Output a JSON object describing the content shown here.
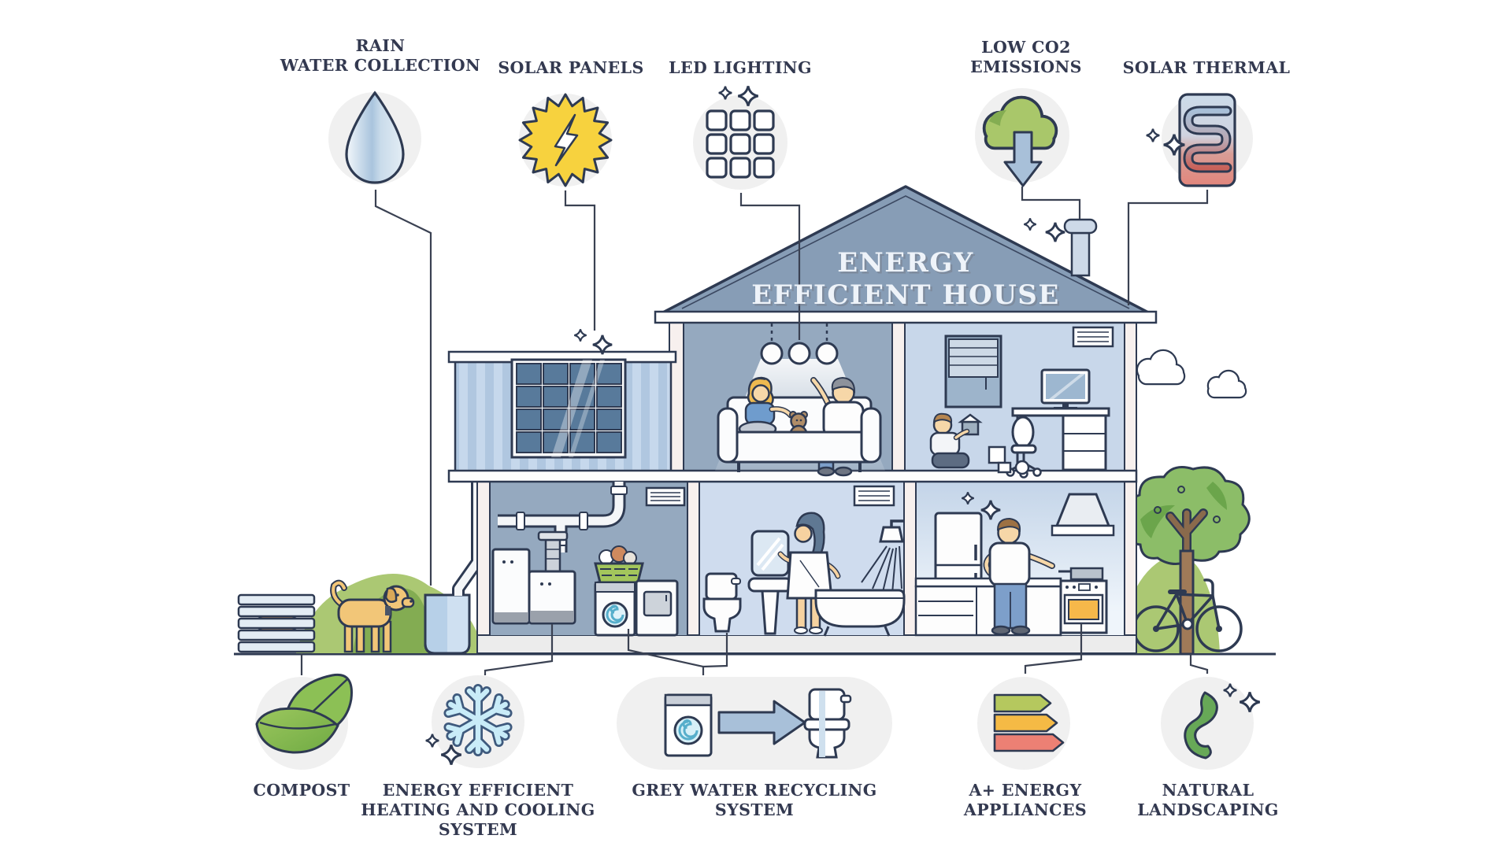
{
  "diagram": {
    "title": "ENERGY\nEFFICIENT HOUSE",
    "features_top": [
      {
        "id": "rain-water-collection",
        "label": "RAIN\nWATER COLLECTION",
        "icon": "water-drop-icon"
      },
      {
        "id": "solar-panels",
        "label": "SOLAR PANELS",
        "icon": "sunburst-bolt-icon"
      },
      {
        "id": "led-lighting",
        "label": "LED LIGHTING",
        "icon": "led-grid-icon"
      },
      {
        "id": "low-co2-emissions",
        "label": "LOW CO2\nEMISSIONS",
        "icon": "cloud-down-arrow-icon"
      },
      {
        "id": "solar-thermal",
        "label": "SOLAR THERMAL",
        "icon": "thermal-coil-icon"
      }
    ],
    "features_bottom": [
      {
        "id": "compost",
        "label": "COMPOST",
        "icon": "leaves-icon"
      },
      {
        "id": "energy-efficient-heating-and-cooling-system",
        "label": "ENERGY EFFICIENT\nHEATING AND COOLING\nSYSTEM",
        "icon": "snowflake-icon"
      },
      {
        "id": "grey-water-recycling-system",
        "label": "GREY WATER RECYCLING\nSYSTEM",
        "icon": "washer-to-toilet-icon"
      },
      {
        "id": "a-plus-energy-appliances",
        "label": "A+ ENERGY\nAPPLIANCES",
        "icon": "energy-rating-bars-icon"
      },
      {
        "id": "natural-landscaping",
        "label": "NATURAL\nLANDSCAPING",
        "icon": "plant-sprout-icon"
      }
    ],
    "colors": {
      "outline": "#2e3a52",
      "roof": "#879db6",
      "wall_dark": "#95a9bf",
      "wall_light": "#c8d7ea",
      "icon_circle_bg": "#f0f0f0",
      "sun_yellow": "#f7d23e",
      "eco_green": "#a9c76a",
      "arrow_blue": "#a8c0d9",
      "energy_bar_green": "#b5c85e",
      "energy_bar_orange": "#f5ba45",
      "energy_bar_red": "#ec8074",
      "oven_glow": "#f6b84a",
      "grass_green": "#abc873",
      "dog_tan": "#f2c678"
    }
  }
}
